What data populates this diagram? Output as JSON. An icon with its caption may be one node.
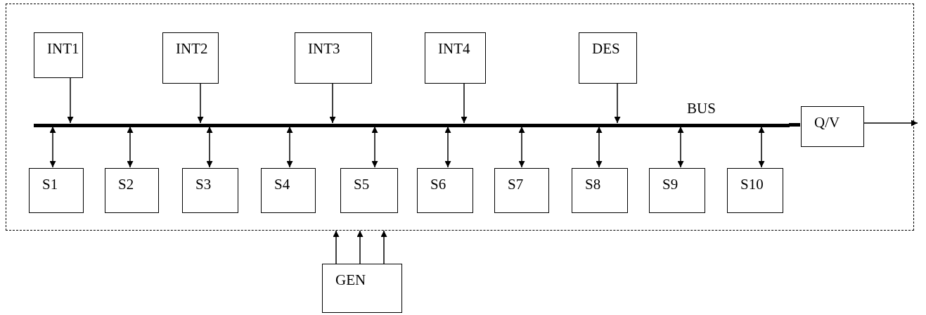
{
  "diagram": {
    "nodes": [
      {
        "text": [],
        "shape": "box"
      },
      {
        "text": [
          "INT1"
        ],
        "in": 0
      },
      {
        "text": [
          "INT2"
        ],
        "in": 0
      },
      {
        "text": [
          "INT3"
        ],
        "in": 0
      },
      {
        "text": [
          "INT4"
        ],
        "in": 0
      },
      {
        "text": [
          "DES"
        ],
        "in": 0
      },
      {
        "text": [],
        "shape": "bar",
        "beside": [
          "BUS"
        ],
        "in": 0
      },
      {
        "text": [
          "Q/V"
        ],
        "in": 0
      },
      {
        "text": [
          "S1"
        ],
        "in": 0
      },
      {
        "text": [
          "S2"
        ],
        "in": 0
      },
      {
        "text": [
          "S3"
        ],
        "in": 0
      },
      {
        "text": [
          "S4"
        ],
        "in": 0
      },
      {
        "text": [
          "S5"
        ],
        "in": 0
      },
      {
        "text": [
          "S6"
        ],
        "in": 0
      },
      {
        "text": [
          "S7"
        ],
        "in": 0
      },
      {
        "text": [
          "S8"
        ],
        "in": 0
      },
      {
        "text": [
          "S9"
        ],
        "in": 0
      },
      {
        "text": [
          "S10"
        ],
        "in": 0
      },
      {
        "text": [
          "GEN"
        ]
      }
    ],
    "edges": [
      {
        "from": 1,
        "to": 6,
        "arrow": "to"
      },
      {
        "from": 2,
        "to": 6,
        "arrow": "to"
      },
      {
        "from": 3,
        "to": 6,
        "arrow": "to"
      },
      {
        "from": 4,
        "to": 6,
        "arrow": "to"
      },
      {
        "from": 5,
        "to": 6,
        "arrow": "to"
      },
      {
        "from": 6,
        "to": 8,
        "arrow": "both"
      },
      {
        "from": 6,
        "to": 9,
        "arrow": "both"
      },
      {
        "from": 6,
        "to": 10,
        "arrow": "both"
      },
      {
        "from": 6,
        "to": 11,
        "arrow": "both"
      },
      {
        "from": 6,
        "to": 12,
        "arrow": "both"
      },
      {
        "from": 6,
        "to": 13,
        "arrow": "both"
      },
      {
        "from": 6,
        "to": 14,
        "arrow": "both"
      },
      {
        "from": 6,
        "to": 15,
        "arrow": "both"
      },
      {
        "from": 6,
        "to": 16,
        "arrow": "both"
      },
      {
        "from": 6,
        "to": 17,
        "arrow": "both"
      },
      {
        "from": 6,
        "to": 7,
        "arrow": "none",
        "style": "thick"
      },
      {
        "from": 7,
        "to": null,
        "arrow": "to"
      },
      {
        "from": 18,
        "to": 0,
        "arrow": "to"
      },
      {
        "from": 18,
        "to": 0,
        "arrow": "to"
      },
      {
        "from": 18,
        "to": 0,
        "arrow": "to"
      }
    ]
  }
}
